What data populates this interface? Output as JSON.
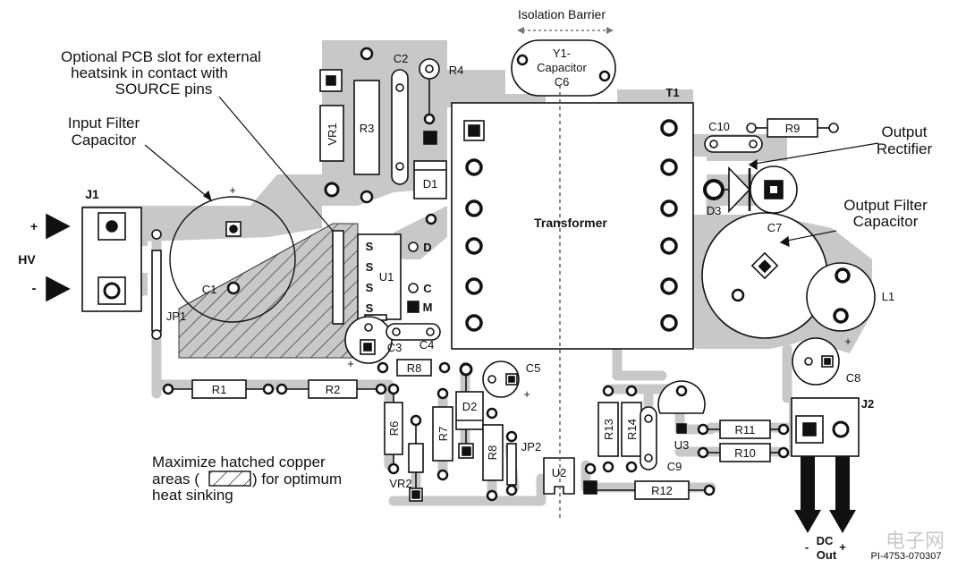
{
  "annotations": {
    "isolation_barrier": "Isolation Barrier",
    "optional_slot": [
      "Optional PCB slot for external",
      "heatsink in contact with",
      "SOURCE pins"
    ],
    "input_filter": [
      "Input Filter",
      "Capacitor"
    ],
    "output_rectifier": [
      "Output",
      "Rectifier"
    ],
    "output_filter": [
      "Output Filter",
      "Capacitor"
    ],
    "maximize_line1": "Maximize hatched copper",
    "maximize_line2a": "areas (",
    "maximize_line2b": ") for optimum",
    "maximize_line3": "heat sinking"
  },
  "components": {
    "j1": "J1",
    "j2": "J2",
    "hv": "HV",
    "plus": "+",
    "minus": "-",
    "c1": "C1",
    "jp1": "JP1",
    "vr1": "VR1",
    "r3": "R3",
    "c2": "C2",
    "r4": "R4",
    "d1": "D1",
    "y1": [
      "Y1-",
      "Capacitor",
      "C6"
    ],
    "t1": "T1",
    "transformer": "Transformer",
    "c10": "C10",
    "r9": "R9",
    "d3": "D3",
    "c7": "C7",
    "l1": "L1",
    "c8": "C8",
    "u1": "U1",
    "pin_s": "S",
    "pin_d": "D",
    "pin_c": "C",
    "pin_m": "M",
    "c3": "C3",
    "c4": "C4",
    "r8": "R8",
    "c5": "C5",
    "r1": "R1",
    "r2": "R2",
    "r6": "R6",
    "r7": "R7",
    "d2": "D2",
    "r8b": "R8",
    "jp2": "JP2",
    "vr2": "VR2",
    "u2": "U2",
    "r13": "R13",
    "r14": "R14",
    "u3": "U3",
    "c9": "C9",
    "r11": "R11",
    "r10": "R10",
    "r12": "R12",
    "dc": "DC",
    "out": "Out",
    "dc_minus": "-",
    "dc_plus": "+"
  },
  "figure_id": "PI-4753-070307",
  "watermark": "电子网"
}
